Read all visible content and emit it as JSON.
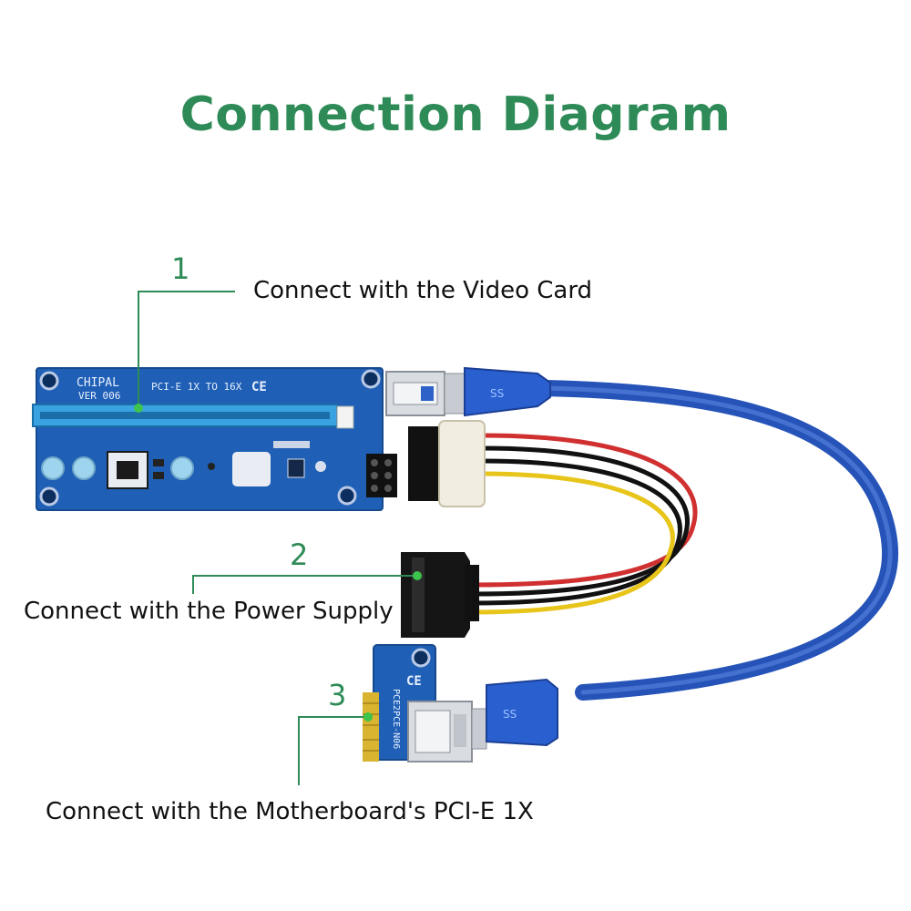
{
  "title": "Connection Diagram",
  "callouts": [
    {
      "number": "1",
      "text": "Connect with the Video Card"
    },
    {
      "number": "2",
      "text": "Connect with the Power Supply"
    },
    {
      "number": "3",
      "text": "Connect with the Motherboard's PCI-E 1X"
    }
  ],
  "board": {
    "brand": "CHIPAL",
    "version": "VER 006",
    "model": "PCI-E 1X TO 16X",
    "ce_mark": "CE"
  },
  "adapter": {
    "model": "PCE2PCE-N06",
    "ce_mark": "CE"
  },
  "usb_logo": "SS",
  "colors": {
    "accent": "#2e8b57",
    "pcb": "#1f5fb5",
    "cable": "#2553b8",
    "gold": "#d8b430"
  }
}
